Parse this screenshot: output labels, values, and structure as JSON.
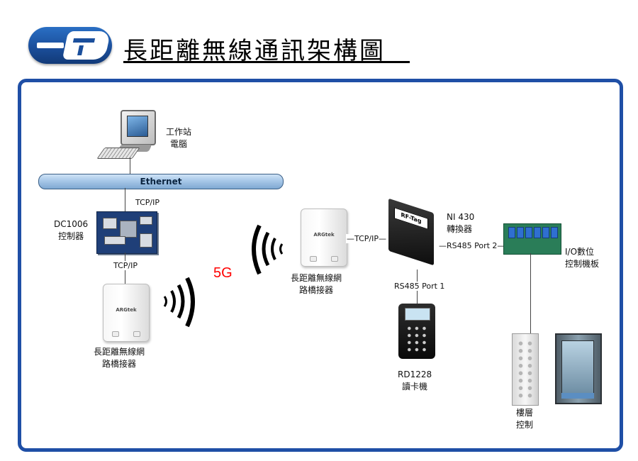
{
  "header": {
    "title": "長距離無線通訊架構圖"
  },
  "diagram": {
    "bus_label": "Ethernet",
    "workstation_label_1": "工作站",
    "workstation_label_2": "電腦",
    "tcpip_label": "TCP/IP",
    "controller_label_1": "DC1006",
    "controller_label_2": "控制器",
    "bridge_brand": "ARGtek",
    "bridge_label_1": "長距離無線網",
    "bridge_label_2": "路橋接器",
    "wireless_label": "5G",
    "link_tcpip_label": "—TCP/IP—",
    "converter_model": "NI 430",
    "converter_label": "轉換器",
    "converter_tag": "RF-Tag",
    "rs485_port2_label": "—RS485 Port 2—",
    "rs485_port1_label": "RS485 Port 1",
    "io_label_1": "I/O數位",
    "io_label_2": "控制機板",
    "reader_model": "RD1228",
    "reader_label": "讀卡機",
    "floor_label_1": "樓層",
    "floor_label_2": "控制"
  },
  "colors": {
    "frame": "#1f4fa6",
    "wireless_text": "#ff0000",
    "logo": "#1b4f9c"
  }
}
